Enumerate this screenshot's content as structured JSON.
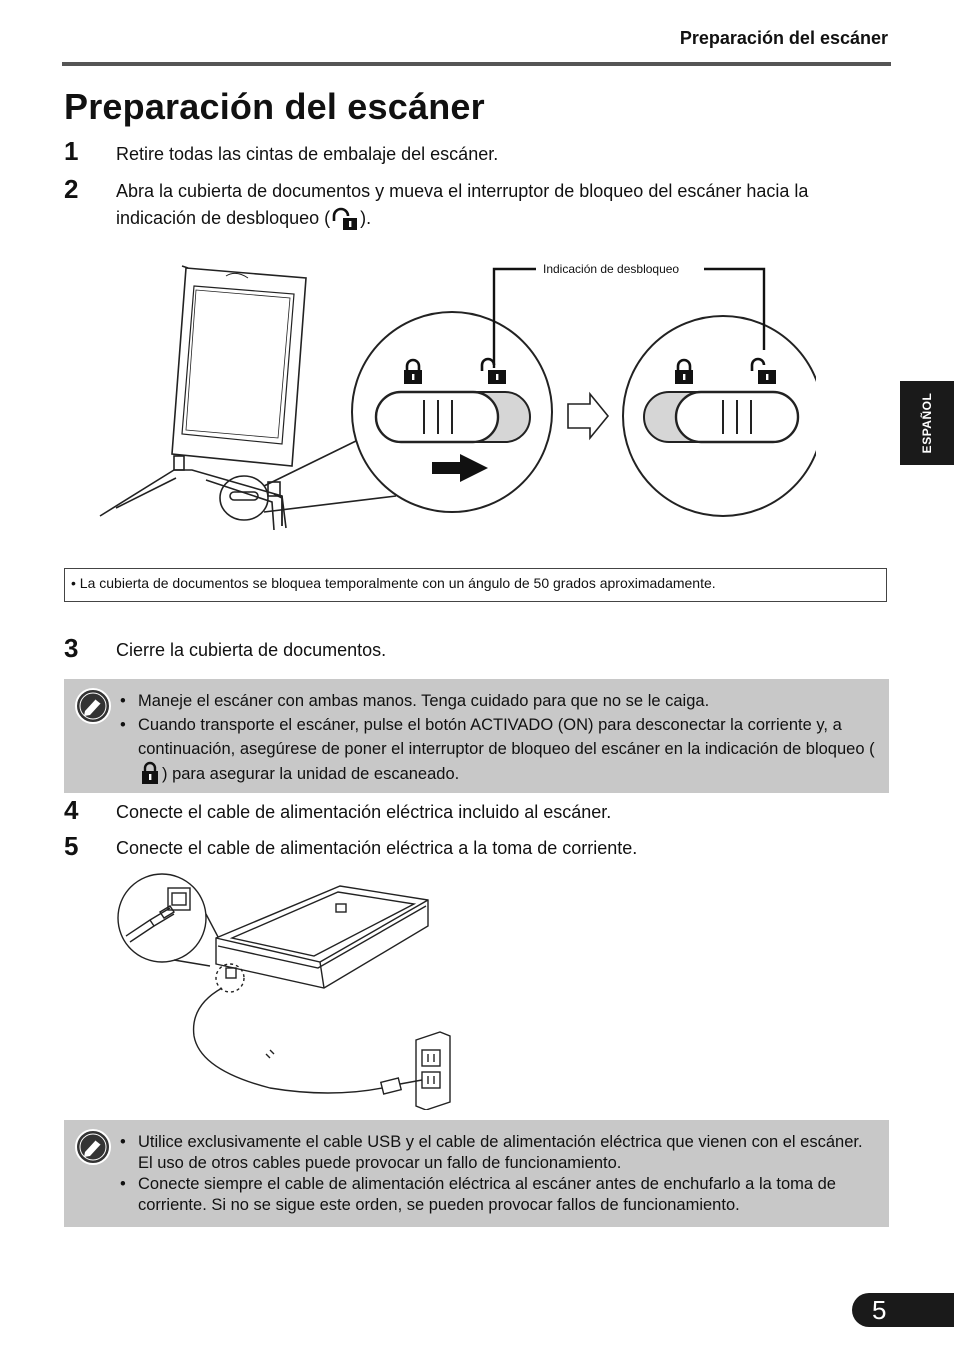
{
  "header": {
    "title": "Preparación del escáner"
  },
  "page_title": "Preparación del escáner",
  "steps": [
    {
      "num": "1",
      "text": "Retire todas las cintas de embalaje del escáner."
    },
    {
      "num": "2",
      "text_before": "Abra la cubierta de documentos y mueva el interruptor de bloqueo del escáner hacia la indicación de desbloqueo (",
      "text_after": ")."
    },
    {
      "num": "3",
      "text": "Cierre la cubierta de documentos."
    },
    {
      "num": "4",
      "text": "Conecte el cable de alimentación eléctrica incluido al escáner."
    },
    {
      "num": "5",
      "text": "Conecte el cable de alimentación eléctrica a la toma de corriente."
    }
  ],
  "figure1": {
    "callout_label": "Indicación de desbloqueo"
  },
  "note": {
    "text": "La cubierta de documentos se bloquea temporalmente con un ángulo de 50 grados aproximadamente."
  },
  "caution1": {
    "items": [
      {
        "text": "Maneje el escáner con ambas manos. Tenga cuidado para que no se le caiga."
      },
      {
        "text_before": "Cuando transporte el escáner, pulse el botón ACTIVADO (ON) para desconectar la corriente y, a continuación, asegúrese de poner el interruptor de bloqueo del escáner en la indicación de bloqueo (",
        "text_after": ") para asegurar la unidad de escaneado."
      }
    ]
  },
  "caution2": {
    "items": [
      {
        "text": "Utilice exclusivamente el cable USB y el cable de alimentación eléctrica que vienen con el escáner. El uso de otros cables puede provocar un fallo de funcionamiento."
      },
      {
        "text": "Conecte siempre el cable de alimentación eléctrica al escáner antes de enchufarlo a la toma de corriente. Si no se sigue este orden, se pueden provocar fallos de funcionamiento."
      }
    ]
  },
  "side_tab": {
    "label": "ESPAÑOL"
  },
  "page_number": "5",
  "icons": {
    "unlock": "unlock-icon",
    "lock": "lock-icon",
    "caution": "pencil-caution-icon",
    "arrow": "arrow-right-icon"
  }
}
